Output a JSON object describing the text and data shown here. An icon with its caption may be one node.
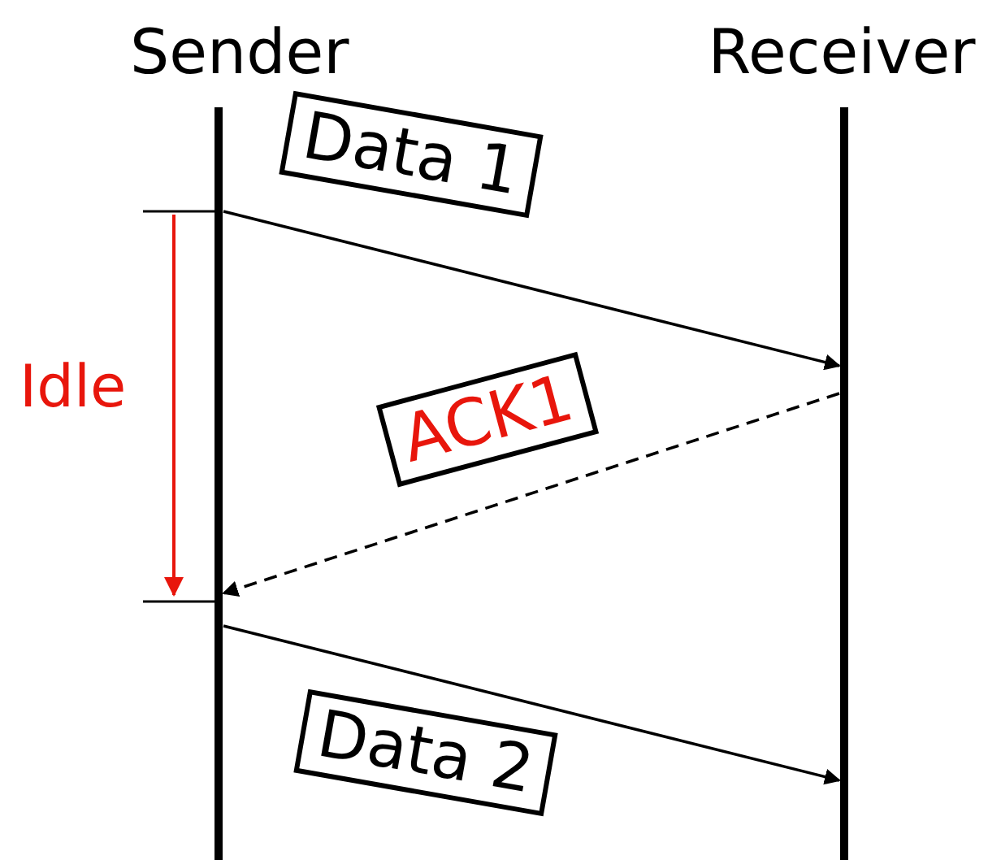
{
  "diagram": {
    "nodes": [
      {
        "text": [
          "Sender"
        ]
      },
      {
        "text": [
          "Receiver"
        ]
      }
    ],
    "edges": [
      {
        "from": 0,
        "to": 1,
        "arrow": "to",
        "label": "Data 1"
      },
      {
        "from": 1,
        "to": 0,
        "arrow": "to",
        "label": "ACK1",
        "style": "dashed"
      },
      {
        "from": 0,
        "to": 1,
        "arrow": "to",
        "label": "Data 2"
      }
    ],
    "labels": [
      "Idle"
    ]
  }
}
